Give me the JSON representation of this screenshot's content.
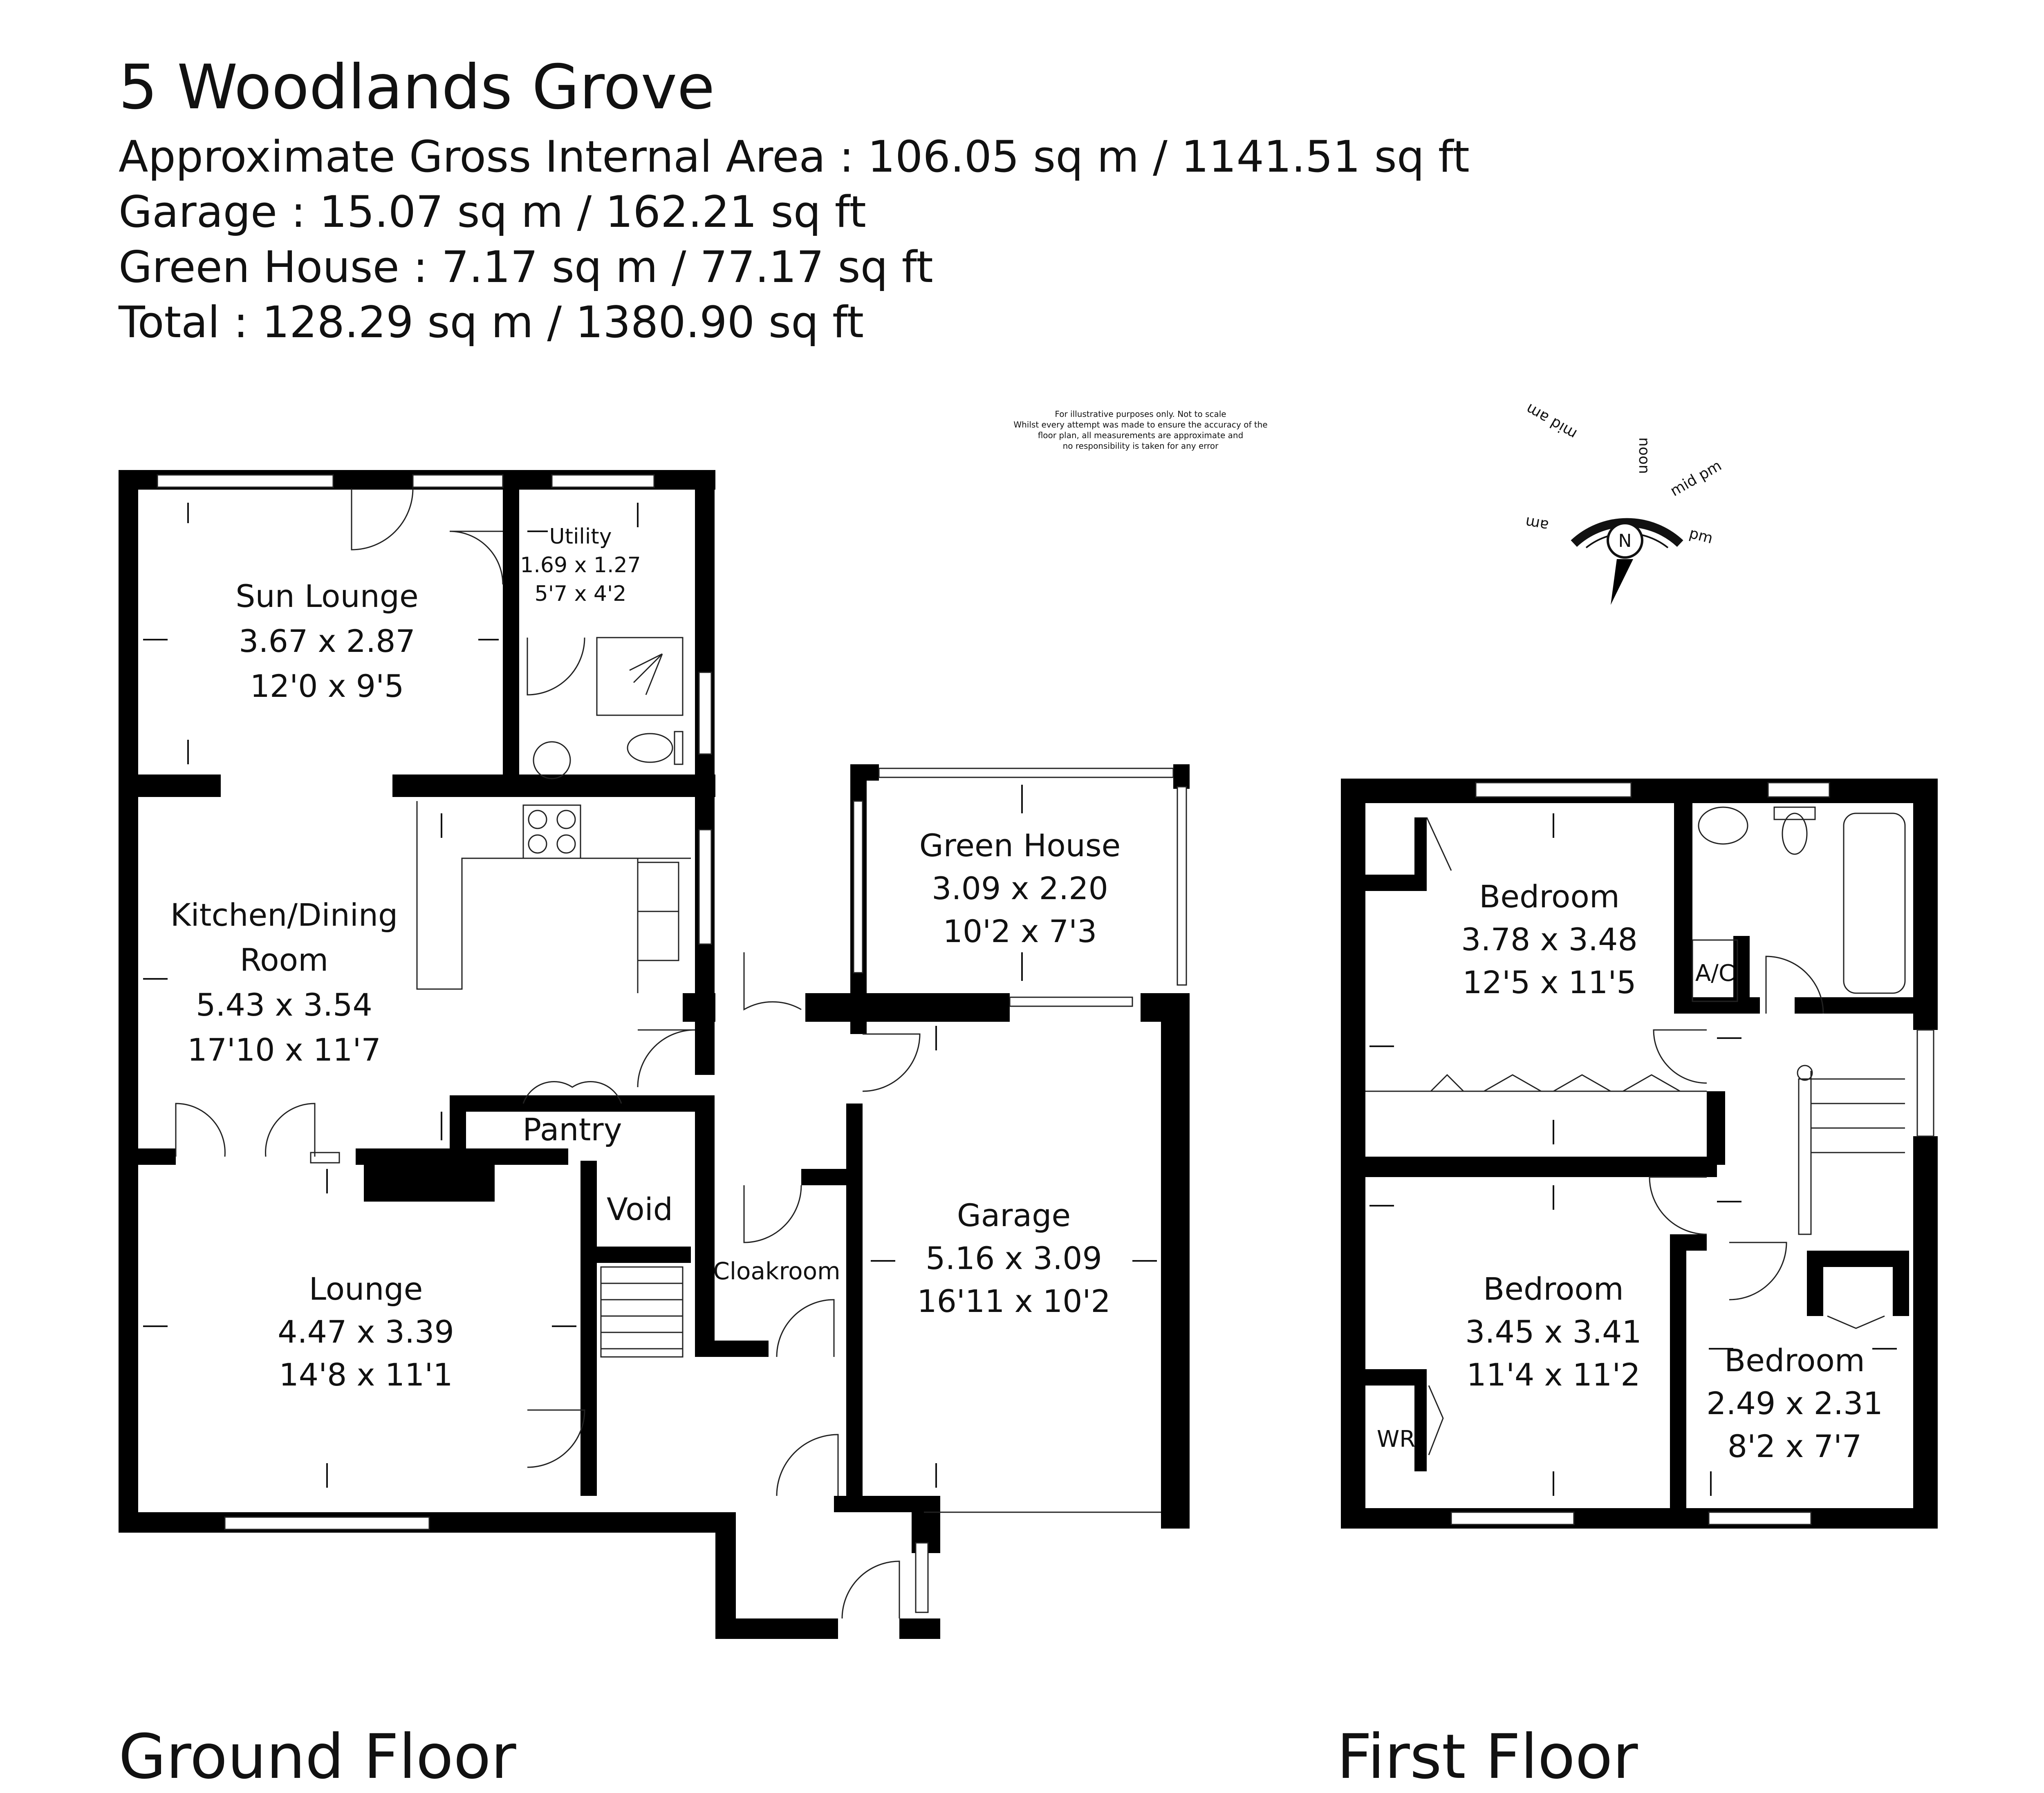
{
  "header": {
    "title": "5 Woodlands Grove",
    "areas": [
      "Approximate Gross Internal Area : 106.05 sq m / 1141.51 sq ft",
      "Garage : 15.07 sq m / 162.21 sq ft",
      "Green House : 7.17 sq m / 77.17 sq ft",
      "Total : 128.29 sq m / 1380.90 sq ft"
    ]
  },
  "disclaimer": [
    "For illustrative purposes only. Not to scale",
    "Whilst every attempt was made to ensure the accuracy of the",
    "floor plan, all measurements are approximate and",
    "no responsibility is taken for any error"
  ],
  "compass": {
    "north": "N",
    "labels": [
      "am",
      "mid am",
      "noon",
      "mid pm",
      "pm"
    ]
  },
  "ground_floor": {
    "label": "Ground Floor",
    "rooms": [
      {
        "name": "Sun Lounge",
        "metric": "3.67 x 2.87",
        "imperial": "12'0 x 9'5"
      },
      {
        "name": "Utility",
        "metric": "1.69 x 1.27",
        "imperial": "5'7 x 4'2"
      },
      {
        "name": "Kitchen/Dining",
        "name2": "Room",
        "metric": "5.43 x 3.54",
        "imperial": "17'10 x 11'7"
      },
      {
        "name": "Green House",
        "metric": "3.09 x 2.20",
        "imperial": "10'2 x 7'3"
      },
      {
        "name": "Garage",
        "metric": "5.16 x 3.09",
        "imperial": "16'11 x 10'2"
      },
      {
        "name": "Lounge",
        "metric": "4.47 x 3.39",
        "imperial": "14'8 x 11'1"
      }
    ],
    "labels": {
      "pantry": "Pantry",
      "void": "Void",
      "cloakroom": "Cloakroom"
    }
  },
  "first_floor": {
    "label": "First Floor",
    "rooms": [
      {
        "name": "Bedroom",
        "metric": "3.78 x 3.48",
        "imperial": "12'5 x 11'5"
      },
      {
        "name": "Bedroom",
        "metric": "3.45 x 3.41",
        "imperial": "11'4 x 11'2"
      },
      {
        "name": "Bedroom",
        "metric": "2.49 x 2.31",
        "imperial": "8'2 x 7'7"
      }
    ],
    "labels": {
      "ac": "A/C",
      "wr": "WR"
    }
  }
}
